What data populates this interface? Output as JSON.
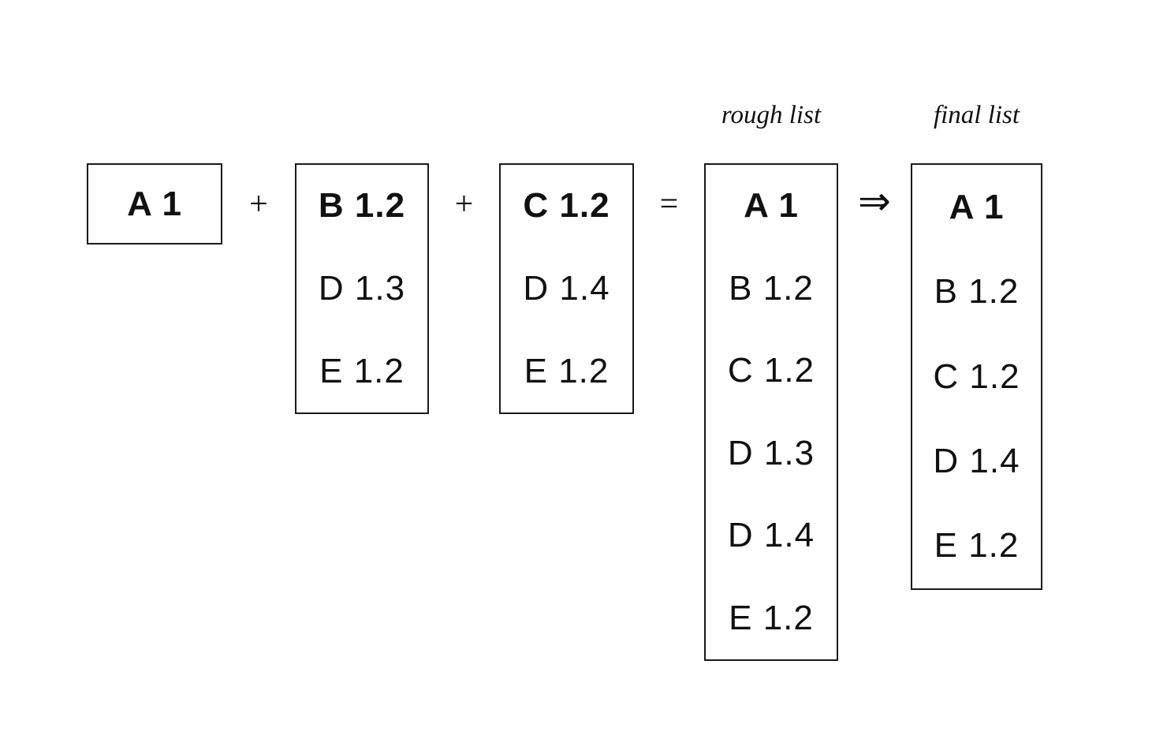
{
  "labels": {
    "rough": "rough list",
    "final": "final list"
  },
  "operators": {
    "plus1": "+",
    "plus2": "+",
    "equals": "=",
    "arrow": "⇒"
  },
  "boxes": {
    "a": {
      "items": [
        "A 1"
      ]
    },
    "b": {
      "items": [
        "B 1.2",
        "D 1.3",
        "E 1.2"
      ]
    },
    "c": {
      "items": [
        "C 1.2",
        "D 1.4",
        "E 1.2"
      ]
    },
    "rough": {
      "items": [
        "A 1",
        "B 1.2",
        "C 1.2",
        "D 1.3",
        "D 1.4",
        "E 1.2"
      ]
    },
    "final": {
      "items": [
        "A 1",
        "B 1.2",
        "C 1.2",
        "D 1.4",
        "E 1.2"
      ]
    }
  }
}
